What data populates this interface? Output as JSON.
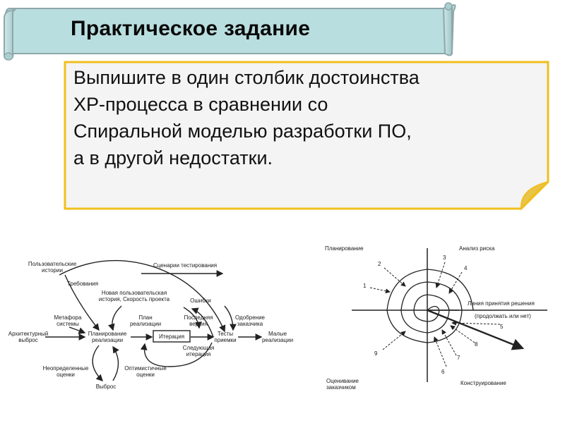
{
  "banner": {
    "title": "Практическое задание"
  },
  "note": {
    "lines": [
      "Выпишите в один столбик достоинства",
      "ХР-процесса в сравнении со",
      "Спиральной моделью разработки ПО,",
      "а в другой недостатки."
    ]
  },
  "xp_diagram": {
    "user_stories": [
      "Пользовательские",
      "истории"
    ],
    "test_scenarios": "Сценарии тестирования",
    "requirements": "Требования",
    "new_story": [
      "Новая пользовательская",
      "история, Скорость проекта"
    ],
    "bugs": "Ошибки",
    "metaphor": [
      "Метафора",
      "системы"
    ],
    "release_plan_top": [
      "План",
      "реализации"
    ],
    "last_version": [
      "Последняя",
      "версия"
    ],
    "customer_approval": [
      "Одобрение",
      "заказчика"
    ],
    "arch_spike": [
      "Архитектурный",
      "выброс"
    ],
    "release_planning": [
      "Планирование",
      "реализации"
    ],
    "iteration": "Итерация",
    "acceptance_tests": [
      "Тесты",
      "приемки"
    ],
    "small_releases": [
      "Малые",
      "реализации"
    ],
    "next_iteration": [
      "Следующая",
      "итерация"
    ],
    "uncertain_estimates": [
      "Неопределенные",
      "оценки"
    ],
    "optimistic_estimates": [
      "Оптимистичные",
      "оценки"
    ],
    "spike": "Выброс"
  },
  "spiral_diagram": {
    "planning": "Планирование",
    "risk_analysis": "Анализ риска",
    "decision_line": "Линия принятия решения",
    "decision_note": "(продолжать или нет)",
    "customer_eval": [
      "Оценивание",
      "заказчиком"
    ],
    "construction": "Конструирование",
    "numbers": [
      "1",
      "2",
      "3",
      "4",
      "5",
      "6",
      "7",
      "8",
      "9"
    ]
  },
  "colors": {
    "banner_fill": "#b9dedf",
    "banner_edge": "#8fa7aa",
    "note_border": "#f0bf1e",
    "note_fill": "#f4f4f4"
  }
}
